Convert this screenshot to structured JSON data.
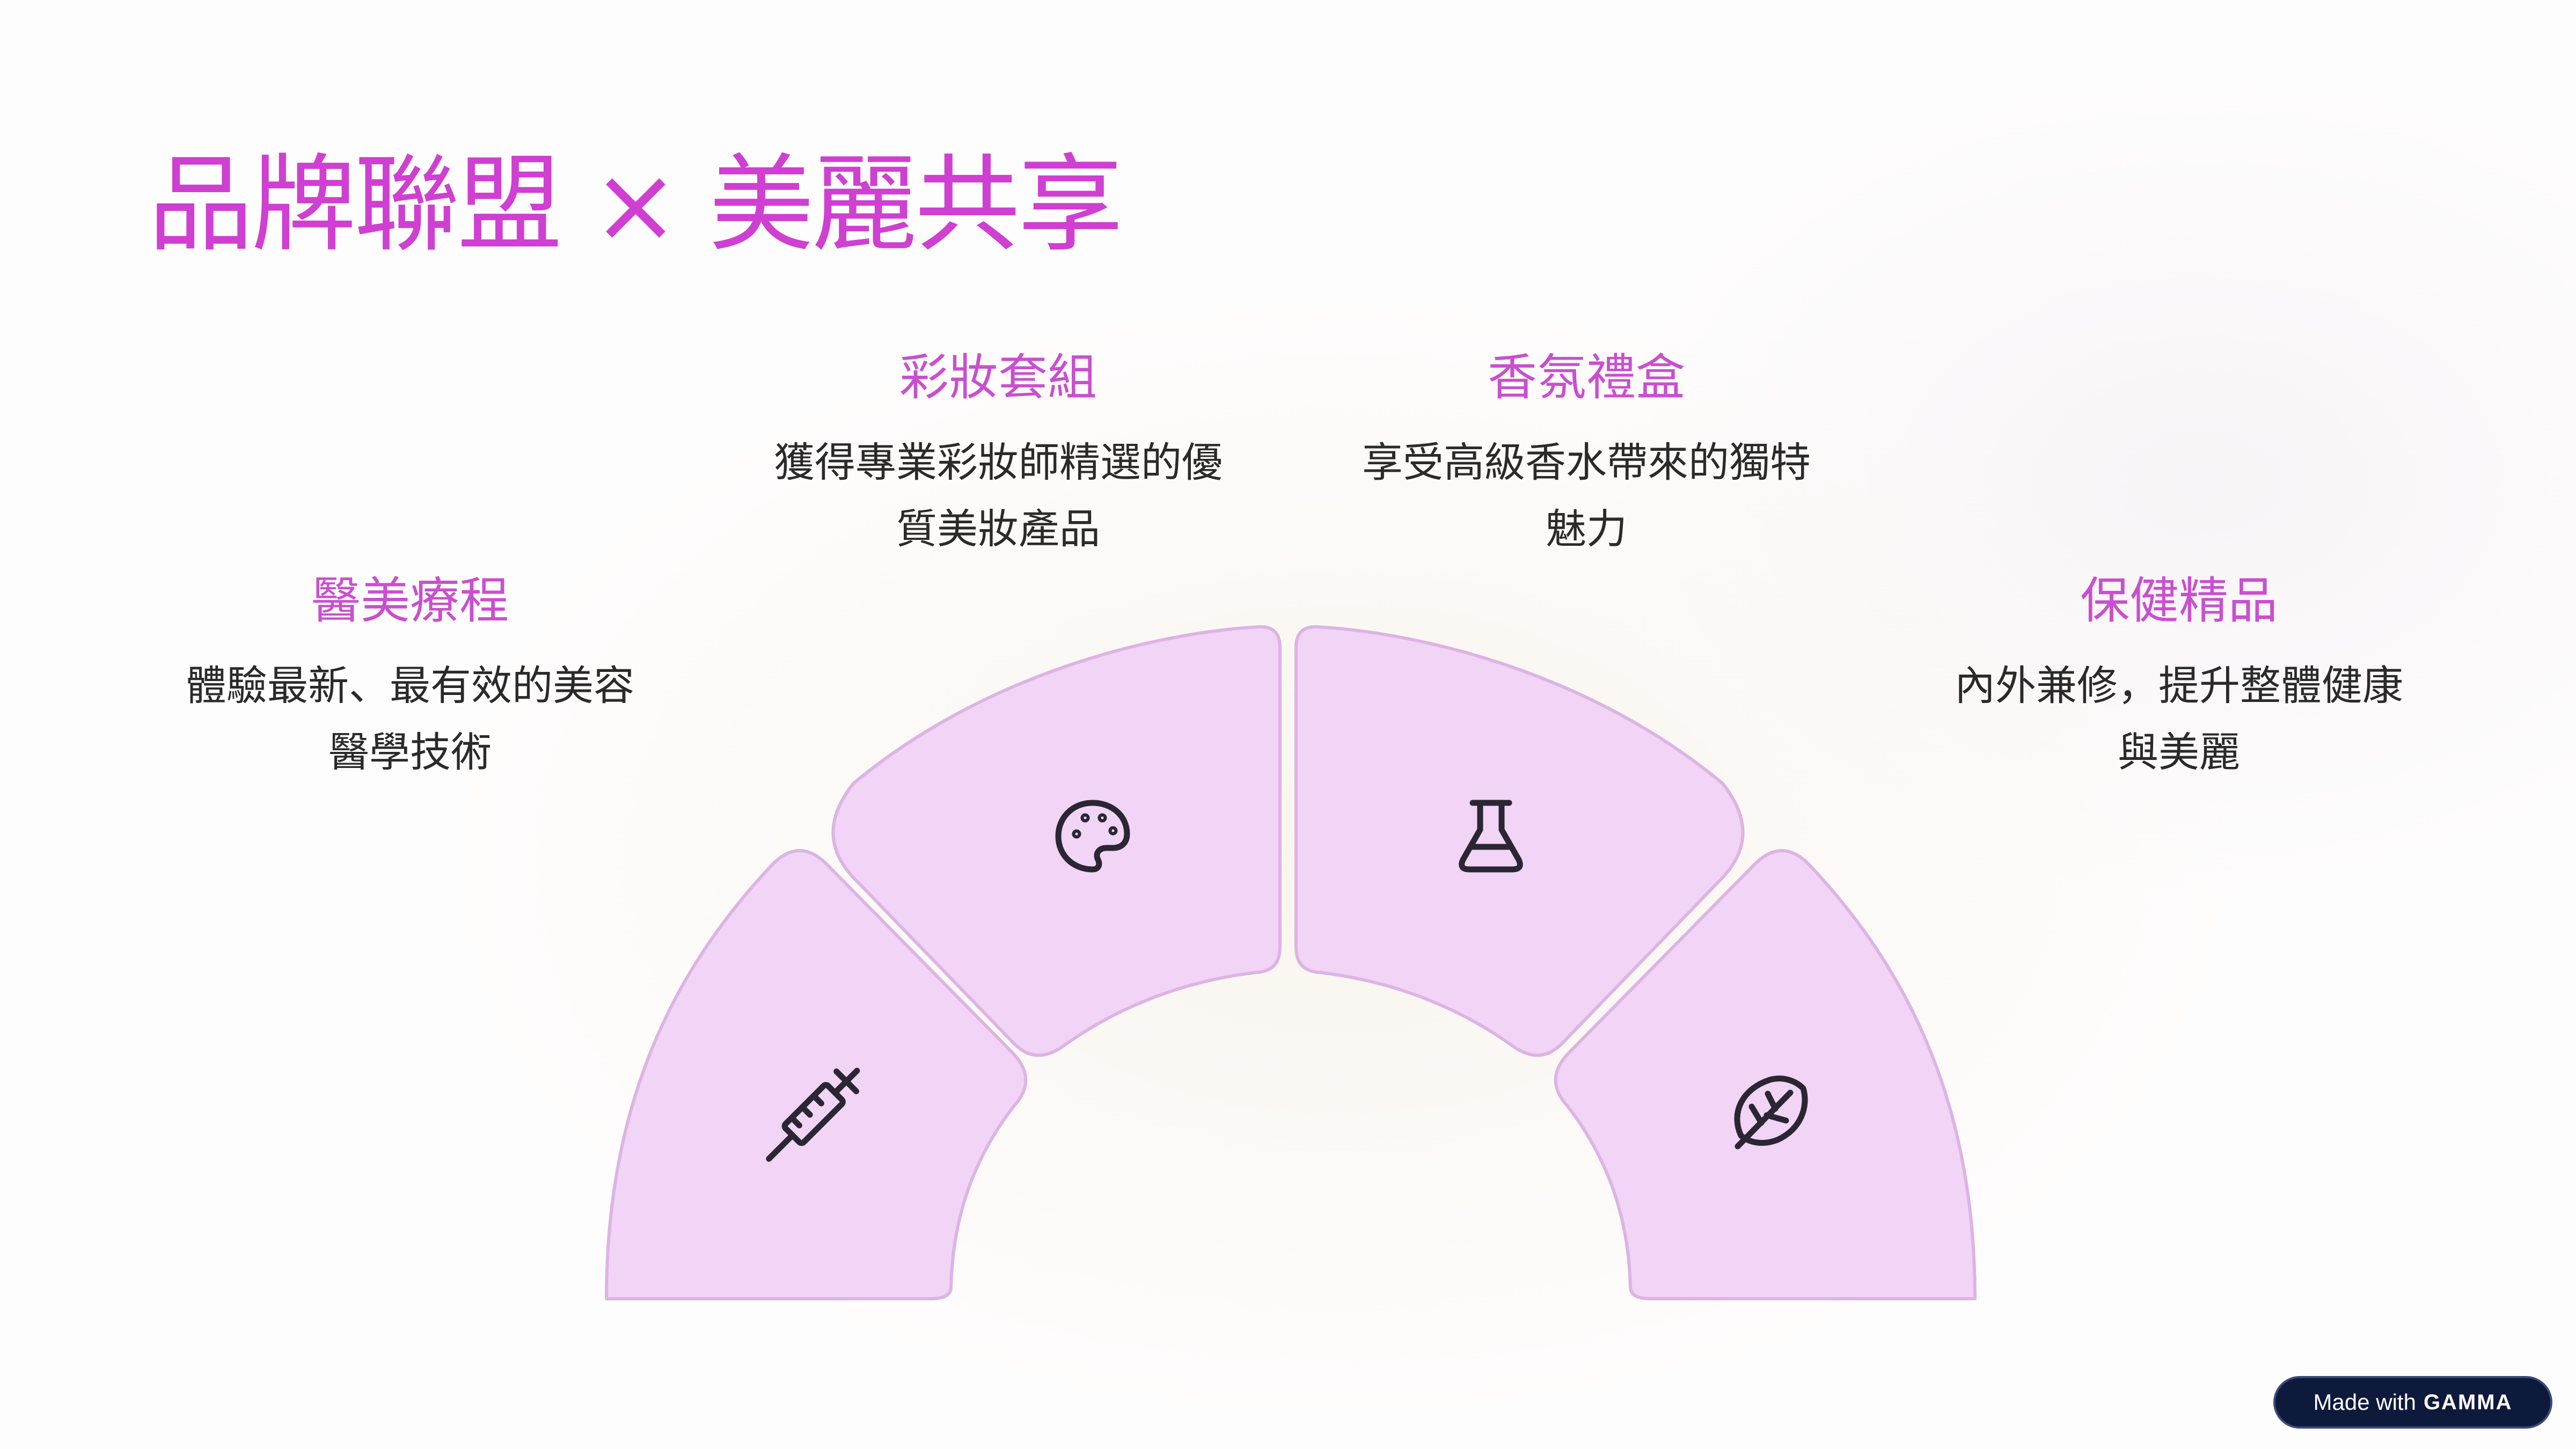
{
  "slide": {
    "title": "品牌聯盟 × 美麗共享"
  },
  "items": [
    {
      "title": "醫美療程",
      "description": "體驗最新、最有效的美容醫學技術",
      "icon": "syringe-icon"
    },
    {
      "title": "彩妝套組",
      "description": "獲得專業彩妝師精選的優質美妝產品",
      "icon": "palette-icon"
    },
    {
      "title": "香氛禮盒",
      "description": "享受高級香水帶來的獨特魅力",
      "icon": "flask-icon"
    },
    {
      "title": "保健精品",
      "description": "內外兼修，提升整體健康與美麗",
      "icon": "leaf-icon"
    }
  ],
  "colors": {
    "accent": "#cf3fd1",
    "item_title": "#c94fcf",
    "segment_fill": "#f1d4f6",
    "segment_stroke": "#dcb4e3",
    "badge_bg": "#0e1a3c"
  },
  "badge": {
    "prefix": "Made with",
    "brand": "GAMMA"
  }
}
